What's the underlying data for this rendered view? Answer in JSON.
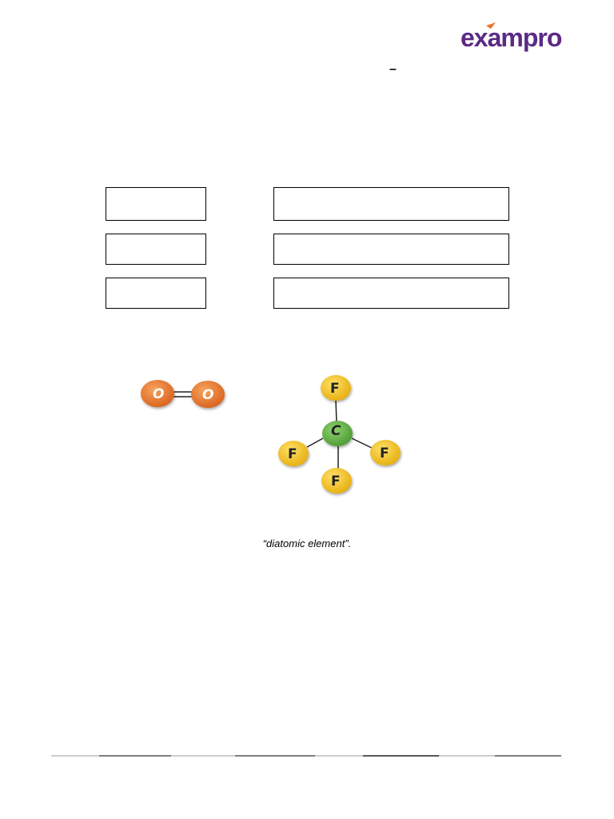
{
  "brand": {
    "name": "exampro",
    "color": "#5b2a86"
  },
  "header_mark": "–",
  "answer_boxes": {
    "rows": [
      {
        "left": "",
        "right": ""
      },
      {
        "left": "",
        "right": ""
      },
      {
        "left": "",
        "right": ""
      }
    ]
  },
  "molecules": {
    "oxygen": {
      "atom_label": "O",
      "atom_color": "#e8742a",
      "bond": "double"
    },
    "cf4": {
      "center_label": "C",
      "center_color": "#5aab3e",
      "outer_label": "F",
      "outer_color": "#f3c21a"
    }
  },
  "caption": "“diatomic element”."
}
